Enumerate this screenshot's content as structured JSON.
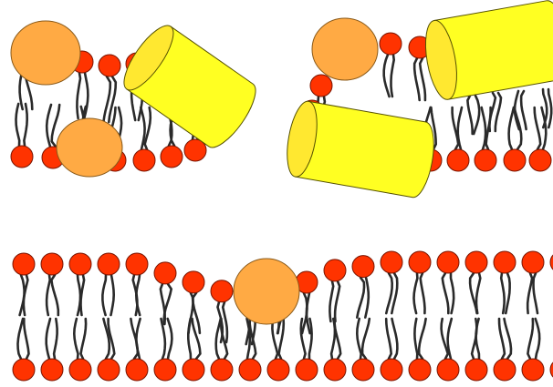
{
  "colors": {
    "headgroup": "#ff3300",
    "headgroup_edge": "#7a1400",
    "tail": "#2a2a2a",
    "protein": "#ffaa44",
    "protein_edge": "#8a5a1a",
    "cylinder": "#ffff22",
    "cylinder_end": "#ffe830",
    "cylinder_edge": "#555000"
  },
  "panels": [
    {
      "id": "top-left",
      "label": ""
    },
    {
      "id": "top-right",
      "label": ""
    },
    {
      "id": "bottom",
      "label": ""
    }
  ]
}
